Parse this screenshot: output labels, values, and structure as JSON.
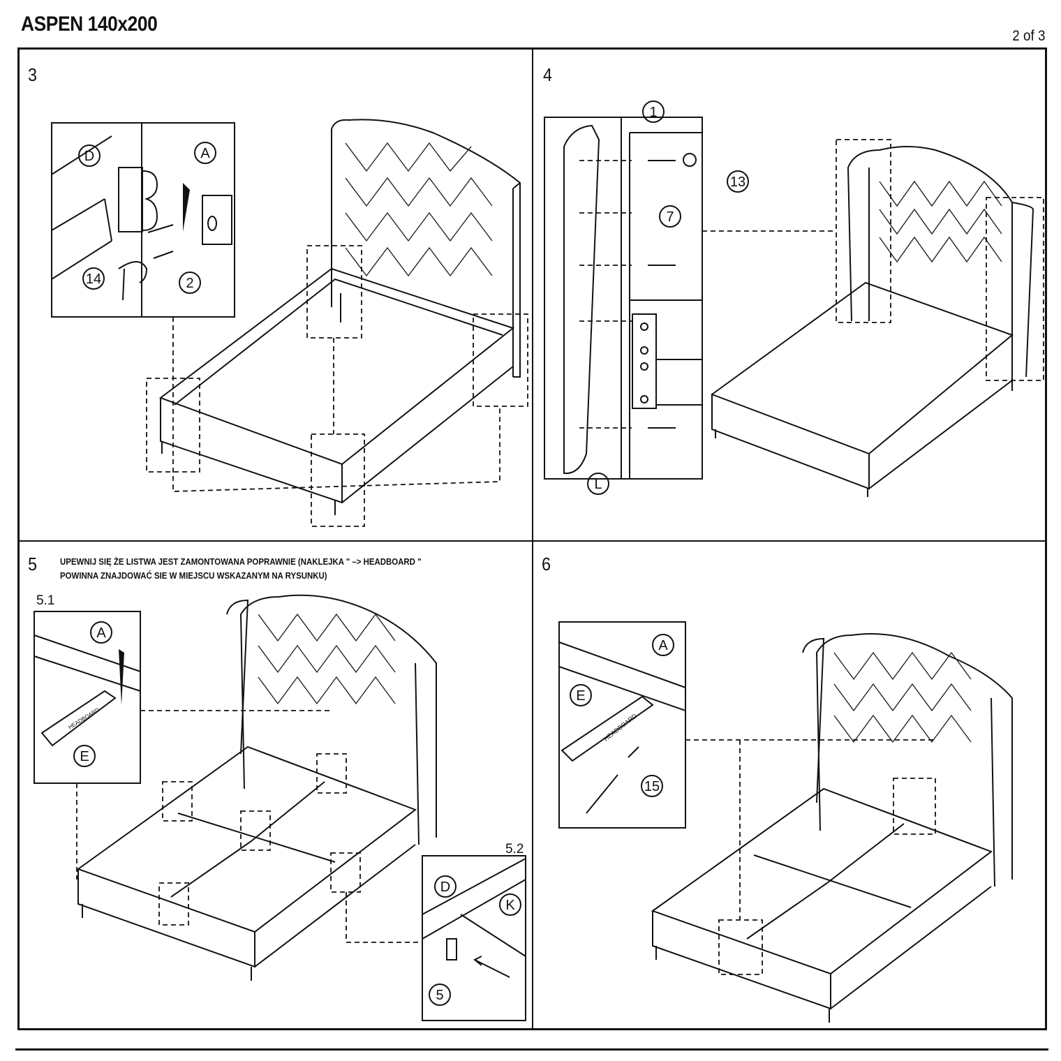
{
  "document": {
    "title": "ASPEN 140x200",
    "page": "2 of 3"
  },
  "steps": [
    {
      "number": "3",
      "callouts": [
        "D",
        "A",
        "14",
        "2"
      ]
    },
    {
      "number": "4",
      "callouts": [
        "1",
        "13",
        "7",
        "L"
      ]
    },
    {
      "number": "5",
      "note_line1": "UPEWNIJ SIĘ ŻE LISTWA JEST ZAMONTOWANA POPRAWNIE (NAKLEJKA \" –> HEADBOARD \"",
      "note_line2": "POWINNA ZNAJDOWAĆ SIE W MIEJSCU WSKAZANYM NA RYSUNKU)",
      "sub1": "5.1",
      "sub2": "5.2",
      "callouts": [
        "A",
        "E",
        "D",
        "K",
        "5"
      ],
      "sticker": "HEADBOARD"
    },
    {
      "number": "6",
      "callouts": [
        "A",
        "E",
        "15"
      ],
      "sticker": "HEADBOARD"
    }
  ]
}
